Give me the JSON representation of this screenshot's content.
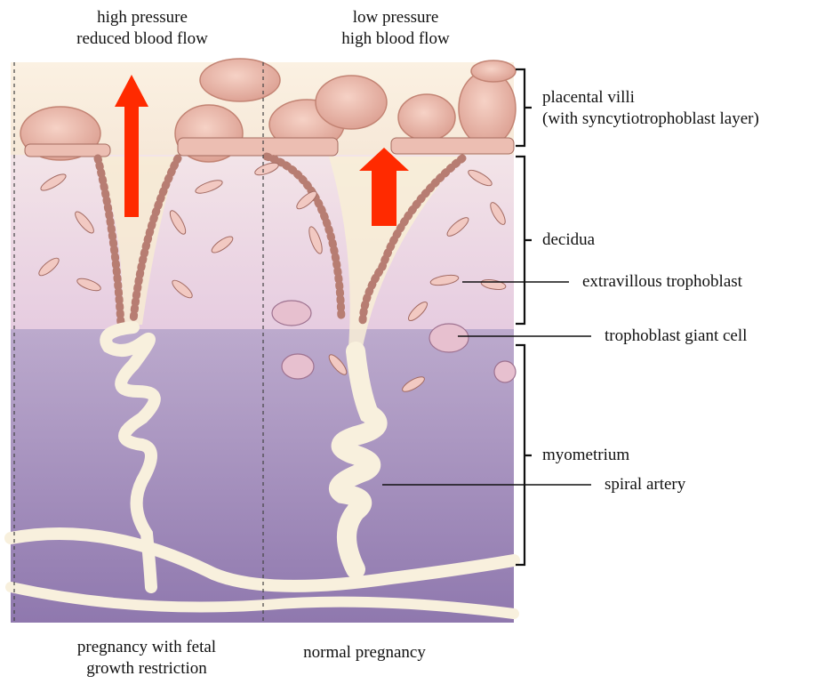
{
  "top_captions": {
    "left": [
      "high pressure",
      "reduced blood flow"
    ],
    "right": [
      "low pressure",
      "high blood flow"
    ]
  },
  "bottom_captions": {
    "left": [
      "pregnancy with fetal",
      "growth restriction"
    ],
    "right": "normal pregnancy"
  },
  "labels": {
    "placental_villi": [
      "placental villi",
      "(with syncytiotrophoblast layer)"
    ],
    "decidua": "decidua",
    "extravillous_trophoblast": "extravillous trophoblast",
    "trophoblast_giant_cell": "trophoblast giant cell",
    "myometrium": "myometrium",
    "spiral_artery": "spiral artery"
  },
  "colors": {
    "arrow": "#ff2a00",
    "artery": "#f8f0dd",
    "villi": "#e7b4a6",
    "decidua_top": "#f6ecdf",
    "decidua_bottom": "#e8d0e3",
    "myometrium_top": "#b6a3c9",
    "myometrium_bottom": "#8c74ac"
  }
}
